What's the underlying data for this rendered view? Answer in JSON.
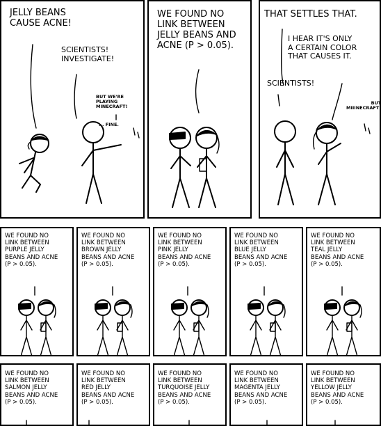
{
  "panel1": {
    "caption": "Jelly beans\ncause acne!",
    "scientists": "Scientists!\nInvestigate!",
    "aside": "But we're\nplaying\nMinecraft!",
    "fine": "... Fine."
  },
  "panel2": {
    "caption": "We found no\nlink between\njelly beans and\nacne (P > 0.05)."
  },
  "panel3": {
    "caption": "That settles that.",
    "claim": "I hear it's only\na certain color\nthat causes it.",
    "scientists": "Scientists!",
    "aside": "But\nMiiinecraft!"
  },
  "row2": [
    {
      "text": "We found no\nlink between\npurple jelly\nbeans and acne\n(P > 0.05)."
    },
    {
      "text": "We found no\nlink between\nbrown jelly\nbeans and acne\n(P > 0.05)."
    },
    {
      "text": "We found no\nlink between\npink jelly\nbeans and acne\n(P > 0.05)."
    },
    {
      "text": "We found no\nlink between\nblue jelly\nbeans and acne\n(P > 0.05)."
    },
    {
      "text": "We found no\nlink between\nteal jelly\nbeans and acne\n(P > 0.05)."
    }
  ],
  "row3": [
    {
      "text": "We found no\nlink between\nsalmon jelly\nbeans and acne\n(P > 0.05)."
    },
    {
      "text": "We found no\nlink between\nred jelly\nbeans and acne\n(P > 0.05)."
    },
    {
      "text": "We found no\nlink between\nturquoise jelly\nbeans and acne\n(P > 0.05)."
    },
    {
      "text": "We found no\nlink between\nmagenta jelly\nbeans and acne\n(P > 0.05)."
    },
    {
      "text": "We found no\nlink between\nyellow jelly\nbeans and acne\n(P > 0.05)."
    }
  ]
}
